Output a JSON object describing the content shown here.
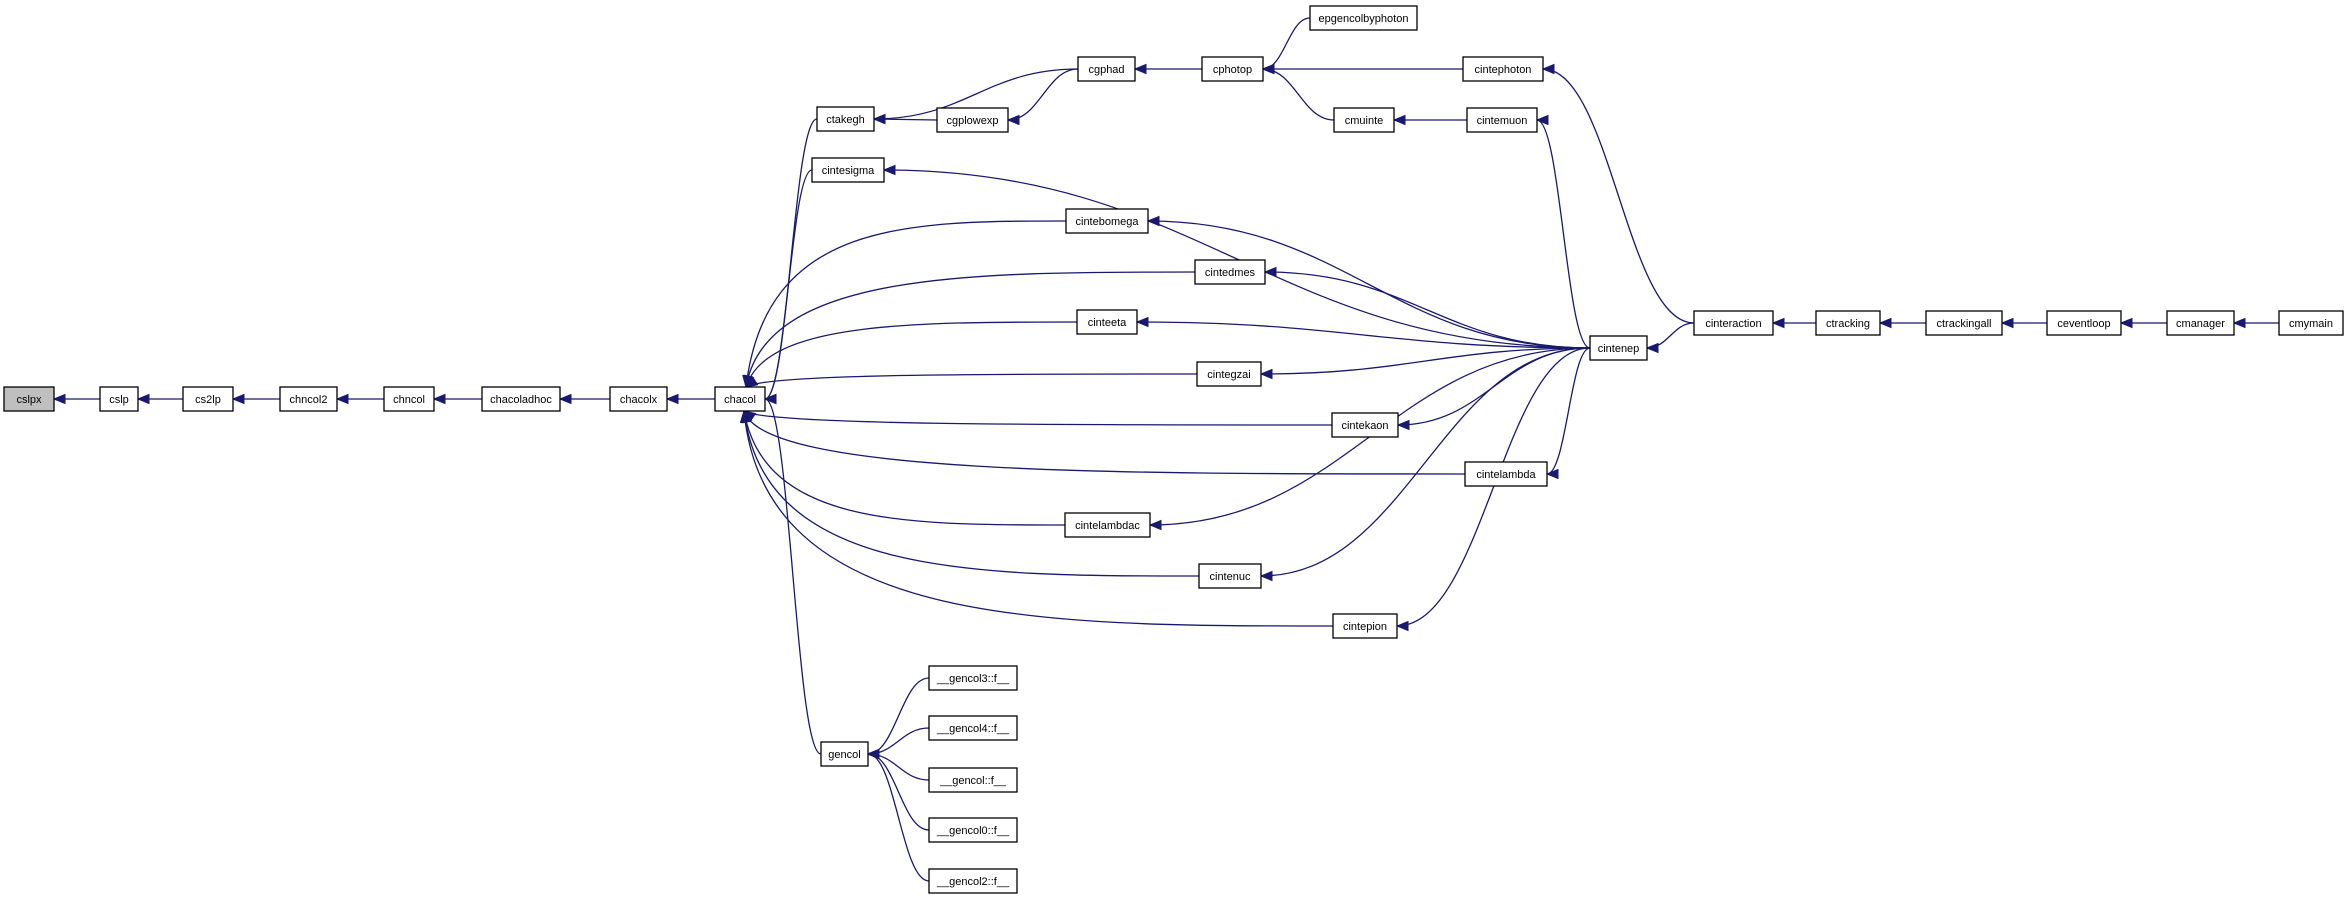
{
  "graph": {
    "title": "",
    "colors": {
      "edge": "#191970",
      "root_fill": "#bfbfbf",
      "node_fill": "#ffffff",
      "node_stroke": "#000000"
    },
    "nodes": [
      {
        "id": "cslpx",
        "label": "cslpx",
        "root": true
      },
      {
        "id": "cslp",
        "label": "cslp"
      },
      {
        "id": "cs2lp",
        "label": "cs2lp"
      },
      {
        "id": "chncol2",
        "label": "chncol2"
      },
      {
        "id": "chncol",
        "label": "chncol"
      },
      {
        "id": "chacoladhoc",
        "label": "chacoladhoc"
      },
      {
        "id": "chacolx",
        "label": "chacolx"
      },
      {
        "id": "chacol",
        "label": "chacol"
      },
      {
        "id": "ctakegh",
        "label": "ctakegh"
      },
      {
        "id": "cintesigma",
        "label": "cintesigma"
      },
      {
        "id": "gencol",
        "label": "gencol"
      },
      {
        "id": "cgphad",
        "label": "cgphad"
      },
      {
        "id": "cgplowexp",
        "label": "cgplowexp"
      },
      {
        "id": "cintebomega",
        "label": "cintebomega"
      },
      {
        "id": "cintedmes",
        "label": "cintedmes"
      },
      {
        "id": "cinteeta",
        "label": "cinteeta"
      },
      {
        "id": "cintegzai",
        "label": "cintegzai"
      },
      {
        "id": "cintekaon",
        "label": "cintekaon"
      },
      {
        "id": "cintelambda",
        "label": "cintelambda"
      },
      {
        "id": "cintelambdac",
        "label": "cintelambdac"
      },
      {
        "id": "cintenuc",
        "label": "cintenuc"
      },
      {
        "id": "cintepion",
        "label": "cintepion"
      },
      {
        "id": "cphotop",
        "label": "cphotop"
      },
      {
        "id": "epgencolbyphoton",
        "label": "epgencolbyphoton"
      },
      {
        "id": "cintephoton",
        "label": "cintephoton"
      },
      {
        "id": "cmuinte",
        "label": "cmuinte"
      },
      {
        "id": "cintemuon",
        "label": "cintemuon"
      },
      {
        "id": "cintenep",
        "label": "cintenep"
      },
      {
        "id": "cinteraction",
        "label": "cinteraction"
      },
      {
        "id": "ctracking",
        "label": "ctracking"
      },
      {
        "id": "ctrackingall",
        "label": "ctrackingall"
      },
      {
        "id": "ceventloop",
        "label": "ceventloop"
      },
      {
        "id": "cmanager",
        "label": "cmanager"
      },
      {
        "id": "cmymain",
        "label": "cmymain"
      },
      {
        "id": "gencol3",
        "label": "__gencol3::f__"
      },
      {
        "id": "gencol4",
        "label": "__gencol4::f__"
      },
      {
        "id": "gencolf",
        "label": "__gencol::f__"
      },
      {
        "id": "gencol0",
        "label": "__gencol0::f__"
      },
      {
        "id": "gencol2",
        "label": "__gencol2::f__"
      }
    ],
    "edges": [
      {
        "from": "cslp",
        "to": "cslpx"
      },
      {
        "from": "cs2lp",
        "to": "cslp"
      },
      {
        "from": "chncol2",
        "to": "cs2lp"
      },
      {
        "from": "chncol",
        "to": "chncol2"
      },
      {
        "from": "chacoladhoc",
        "to": "chncol"
      },
      {
        "from": "chacolx",
        "to": "chacoladhoc"
      },
      {
        "from": "chacol",
        "to": "chacolx"
      },
      {
        "from": "ctakegh",
        "to": "chacol"
      },
      {
        "from": "cintesigma",
        "to": "chacol"
      },
      {
        "from": "cintebomega",
        "to": "chacol"
      },
      {
        "from": "cintedmes",
        "to": "chacol"
      },
      {
        "from": "cinteeta",
        "to": "chacol"
      },
      {
        "from": "cintegzai",
        "to": "chacol"
      },
      {
        "from": "cintekaon",
        "to": "chacol"
      },
      {
        "from": "cintelambda",
        "to": "chacol"
      },
      {
        "from": "cintelambdac",
        "to": "chacol"
      },
      {
        "from": "cintenuc",
        "to": "chacol"
      },
      {
        "from": "cintepion",
        "to": "chacol"
      },
      {
        "from": "gencol",
        "to": "chacol"
      },
      {
        "from": "cgphad",
        "to": "ctakegh"
      },
      {
        "from": "cgplowexp",
        "to": "ctakegh"
      },
      {
        "from": "cgphad",
        "to": "cgplowexp"
      },
      {
        "from": "cphotop",
        "to": "cgphad"
      },
      {
        "from": "epgencolbyphoton",
        "to": "cphotop"
      },
      {
        "from": "cintephoton",
        "to": "cphotop"
      },
      {
        "from": "cmuinte",
        "to": "cphotop"
      },
      {
        "from": "cintemuon",
        "to": "cmuinte"
      },
      {
        "from": "cintenep",
        "to": "cintemuon"
      },
      {
        "from": "cintenep",
        "to": "cintesigma"
      },
      {
        "from": "cintenep",
        "to": "cintebomega"
      },
      {
        "from": "cintenep",
        "to": "cintedmes"
      },
      {
        "from": "cintenep",
        "to": "cinteeta"
      },
      {
        "from": "cintenep",
        "to": "cintegzai"
      },
      {
        "from": "cintenep",
        "to": "cintekaon"
      },
      {
        "from": "cintenep",
        "to": "cintelambda"
      },
      {
        "from": "cintenep",
        "to": "cintelambdac"
      },
      {
        "from": "cintenep",
        "to": "cintenuc"
      },
      {
        "from": "cintenep",
        "to": "cintepion"
      },
      {
        "from": "cinteraction",
        "to": "cintephoton"
      },
      {
        "from": "cinteraction",
        "to": "cintenep"
      },
      {
        "from": "ctracking",
        "to": "cinteraction"
      },
      {
        "from": "ctrackingall",
        "to": "ctracking"
      },
      {
        "from": "ceventloop",
        "to": "ctrackingall"
      },
      {
        "from": "cmanager",
        "to": "ceventloop"
      },
      {
        "from": "cmymain",
        "to": "cmanager"
      },
      {
        "from": "gencol3",
        "to": "gencol"
      },
      {
        "from": "gencol4",
        "to": "gencol"
      },
      {
        "from": "gencolf",
        "to": "gencol"
      },
      {
        "from": "gencol0",
        "to": "gencol"
      },
      {
        "from": "gencol2",
        "to": "gencol"
      }
    ]
  }
}
